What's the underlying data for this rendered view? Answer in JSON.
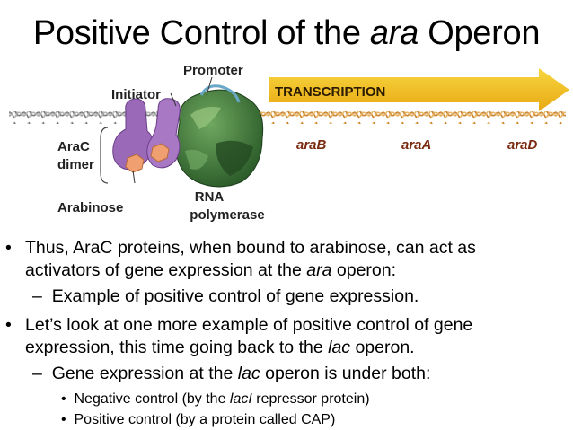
{
  "slide": {
    "title_prefix": "Positive Control of the ",
    "title_italic": "ara",
    "title_suffix": " Operon"
  },
  "figure": {
    "labels": {
      "promoter": "Promoter",
      "initiator": "Initiator",
      "transcription": "TRANSCRIPTION",
      "arac_line1": "AraC",
      "arac_line2": "dimer",
      "arabinose": "Arabinose",
      "rnap_line1": "RNA",
      "rnap_line2": "polymerase",
      "gene_b": "araB",
      "gene_a": "araA",
      "gene_d": "araD"
    },
    "colors": {
      "dna": "#8a8a8a",
      "dna_transcribed": "#d99a3a",
      "arrow": "#f2c11a",
      "arac": "#9a6ab8",
      "arabinose": "#f0a070",
      "rna_polymerase": "#3e7a3a",
      "promoter_dna": "#6aa8c8"
    }
  },
  "bullets": {
    "b1_line1": "Thus, AraC proteins, when bound to arabinose, can act as",
    "b1_line2_a": "activators of gene expression at the ",
    "b1_line2_em": "ara",
    "b1_line2_b": " operon:",
    "b1_sub": "Example of positive control of gene expression.",
    "b2_line1": "Let’s look at one more example of positive control of gene",
    "b2_line2_a": "expression, this time going back to the ",
    "b2_line2_em": "lac",
    "b2_line2_b": " operon.",
    "b2_sub_a": "Gene expression at the ",
    "b2_sub_em": "lac",
    "b2_sub_b": " operon is under both:",
    "b2_sub_i1_a": "Negative control (by the ",
    "b2_sub_i1_em": "lacI",
    "b2_sub_i1_b": " repressor protein)",
    "b2_sub_i2": "Positive control (by a protein called CAP)",
    "dot": "•",
    "dash": "–"
  }
}
